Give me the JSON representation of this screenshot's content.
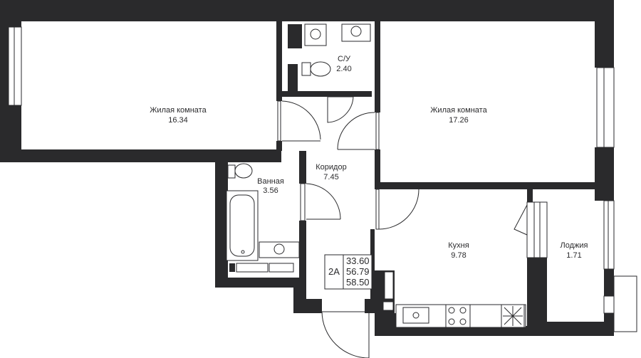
{
  "rooms": {
    "living1": {
      "name": "Жилая комната",
      "area": "16.34"
    },
    "wc": {
      "name": "С/У",
      "area": "2.40"
    },
    "living2": {
      "name": "Жилая комната",
      "area": "17.26"
    },
    "bathroom": {
      "name": "Ванная",
      "area": "3.56"
    },
    "corridor": {
      "name": "Коридор",
      "area": "7.45"
    },
    "kitchen": {
      "name": "Кухня",
      "area": "9.78"
    },
    "loggia": {
      "name": "Лоджия",
      "area": "1.71"
    }
  },
  "summary": {
    "type": "2А",
    "living_area": "33.60",
    "total_area": "56.79",
    "total_with_loggia": "58.50"
  },
  "colors": {
    "wall": "#2a2a2c",
    "background": "#ffffff"
  }
}
